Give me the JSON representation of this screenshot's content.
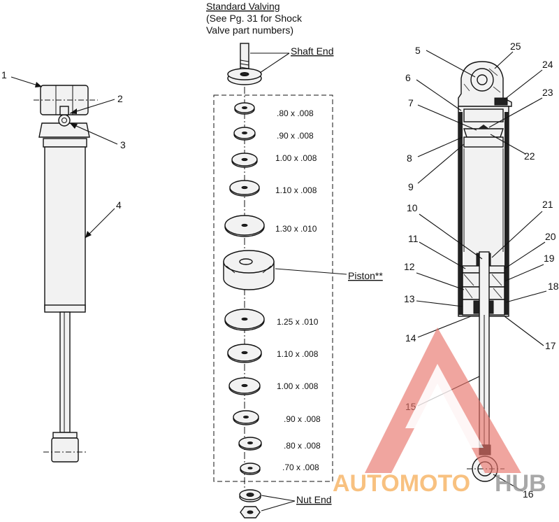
{
  "diagram": {
    "standard_valving_header": [
      "Standard Valving",
      "(See Pg. 31 for Shock",
      "Valve part numbers)"
    ],
    "shaft_end_label": "Shaft End",
    "nut_end_label": "Nut End",
    "piston_label": "Piston**",
    "washers_top": [
      ".80 x .008",
      ".90 x .008",
      "1.00 x .008",
      "1.10 x .008",
      "1.30 x .010"
    ],
    "washers_bottom": [
      "1.25 x .010",
      "1.10 x .008",
      "1.00 x .008",
      ".90 x .008",
      ".80 x .008",
      ".70 x .008"
    ],
    "callouts": [
      "1",
      "2",
      "3",
      "4",
      "5",
      "25",
      "24",
      "6",
      "23",
      "7",
      "8",
      "22",
      "9",
      "10",
      "21",
      "11",
      "20",
      "19",
      "12",
      "18",
      "13",
      "14",
      "17",
      "15",
      "16"
    ]
  },
  "watermark": {
    "text_part1": "AUTOMOTO",
    "text_part2": "HUB",
    "color_orange": "#f7b76b",
    "color_red": "#e8736a",
    "color_gray": "#9a9a9a"
  }
}
